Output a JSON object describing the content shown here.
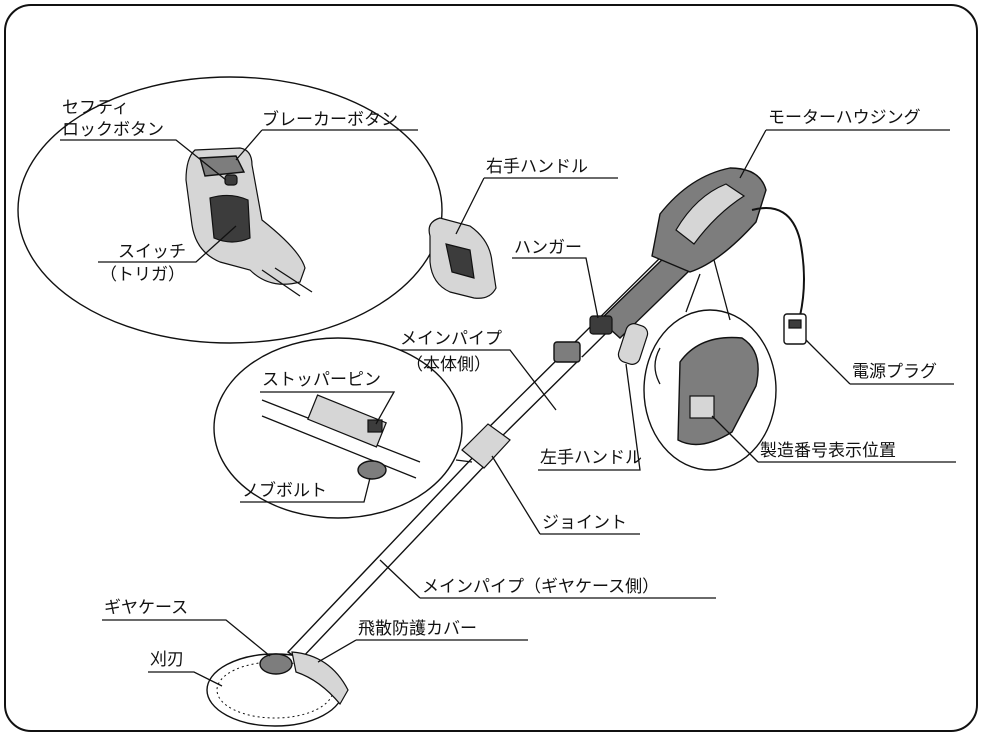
{
  "labels": {
    "safety_lock_button_line1": "セフティ",
    "safety_lock_button_line2": "ロックボタン",
    "breaker_button": "ブレーカーボタン",
    "switch_line1": "スイッチ",
    "switch_line2": "（トリガ）",
    "right_handle": "右手ハンドル",
    "motor_housing": "モーターハウジング",
    "hanger": "ハンガー",
    "main_pipe_body_line1": "メインパイプ",
    "main_pipe_body_line2": "（本体側）",
    "power_plug": "電源プラグ",
    "stopper_pin": "ストッパーピン",
    "knob_bolt": "ノブボルト",
    "serial_number_position": "製造番号表示位置",
    "left_handle": "左手ハンドル",
    "joint": "ジョイント",
    "main_pipe_gear_side": "メインパイプ（ギヤケース側）",
    "gear_case": "ギヤケース",
    "scatter_guard": "飛散防護カバー",
    "blade": "刈刃"
  },
  "colors": {
    "line": "#111111",
    "body": "#7d7d7d",
    "light": "#d6d6d6",
    "dark": "#3c3c3c",
    "background": "#ffffff"
  }
}
